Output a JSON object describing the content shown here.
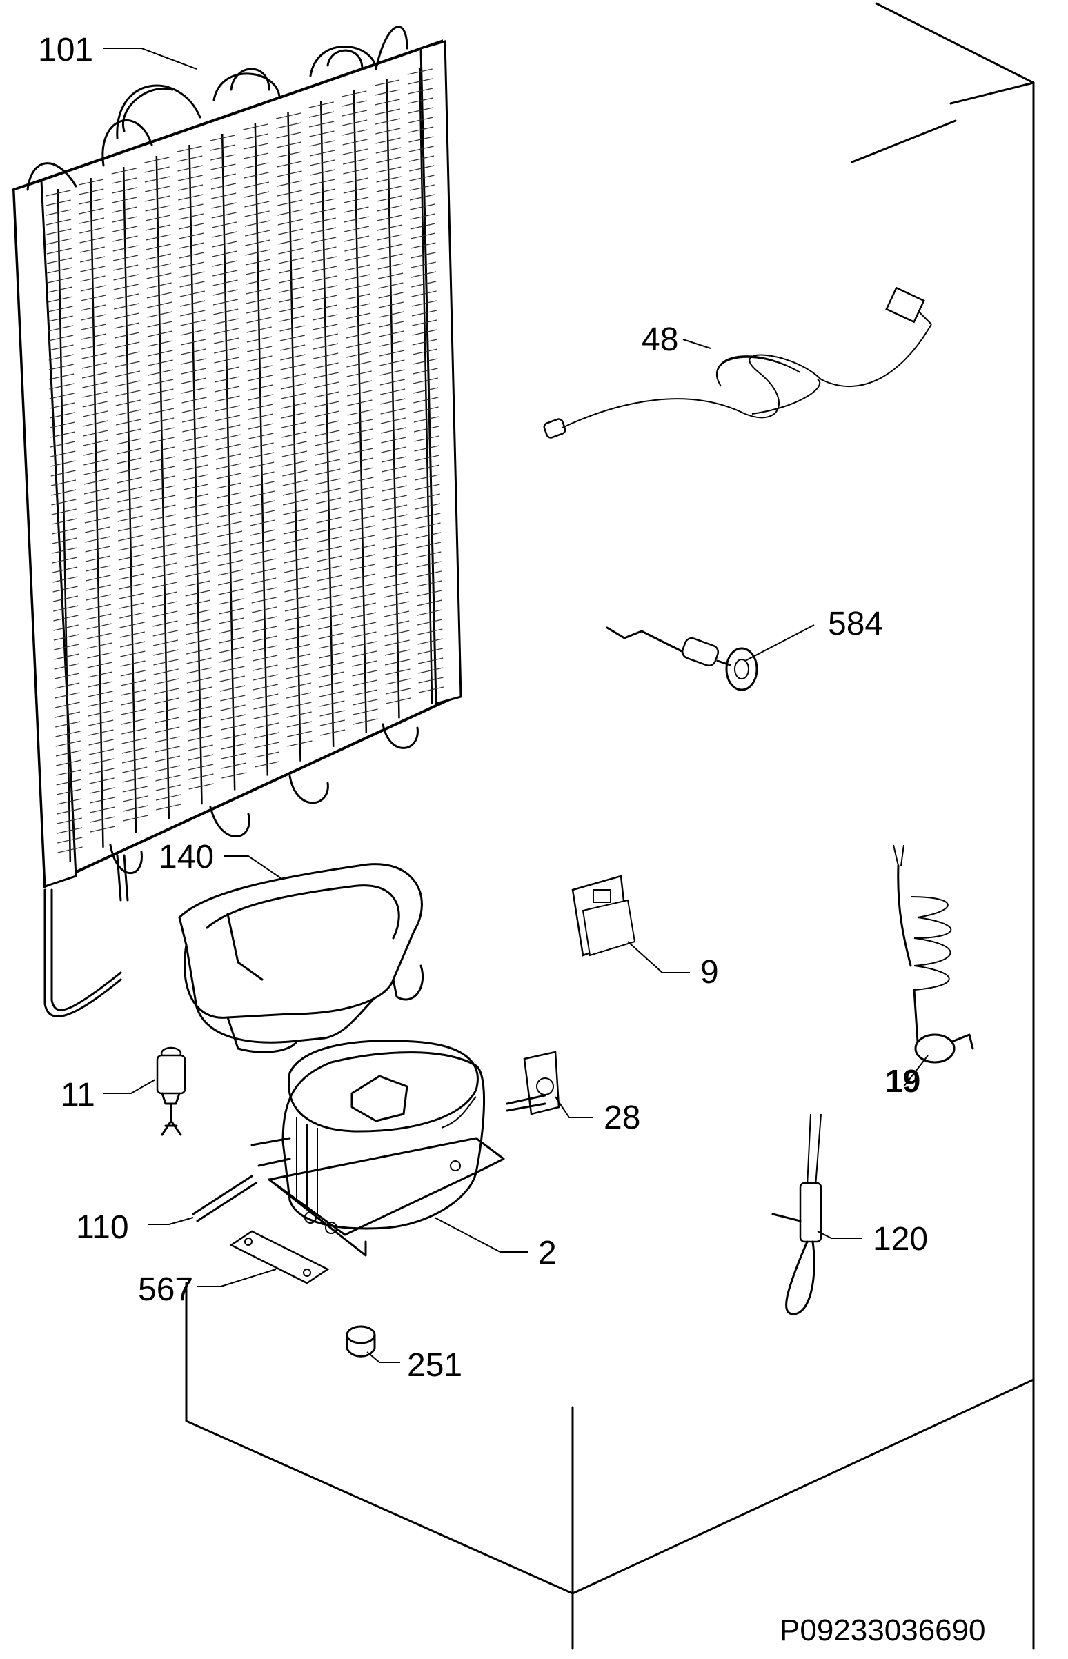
{
  "document_number": "P09233036690",
  "callouts": {
    "c101": "101",
    "c48": "48",
    "c584": "584",
    "c140": "140",
    "c9": "9",
    "c19": "19",
    "c11": "11",
    "c28": "28",
    "c110": "110",
    "c2": "2",
    "c120": "120",
    "c567": "567",
    "c251": "251"
  }
}
